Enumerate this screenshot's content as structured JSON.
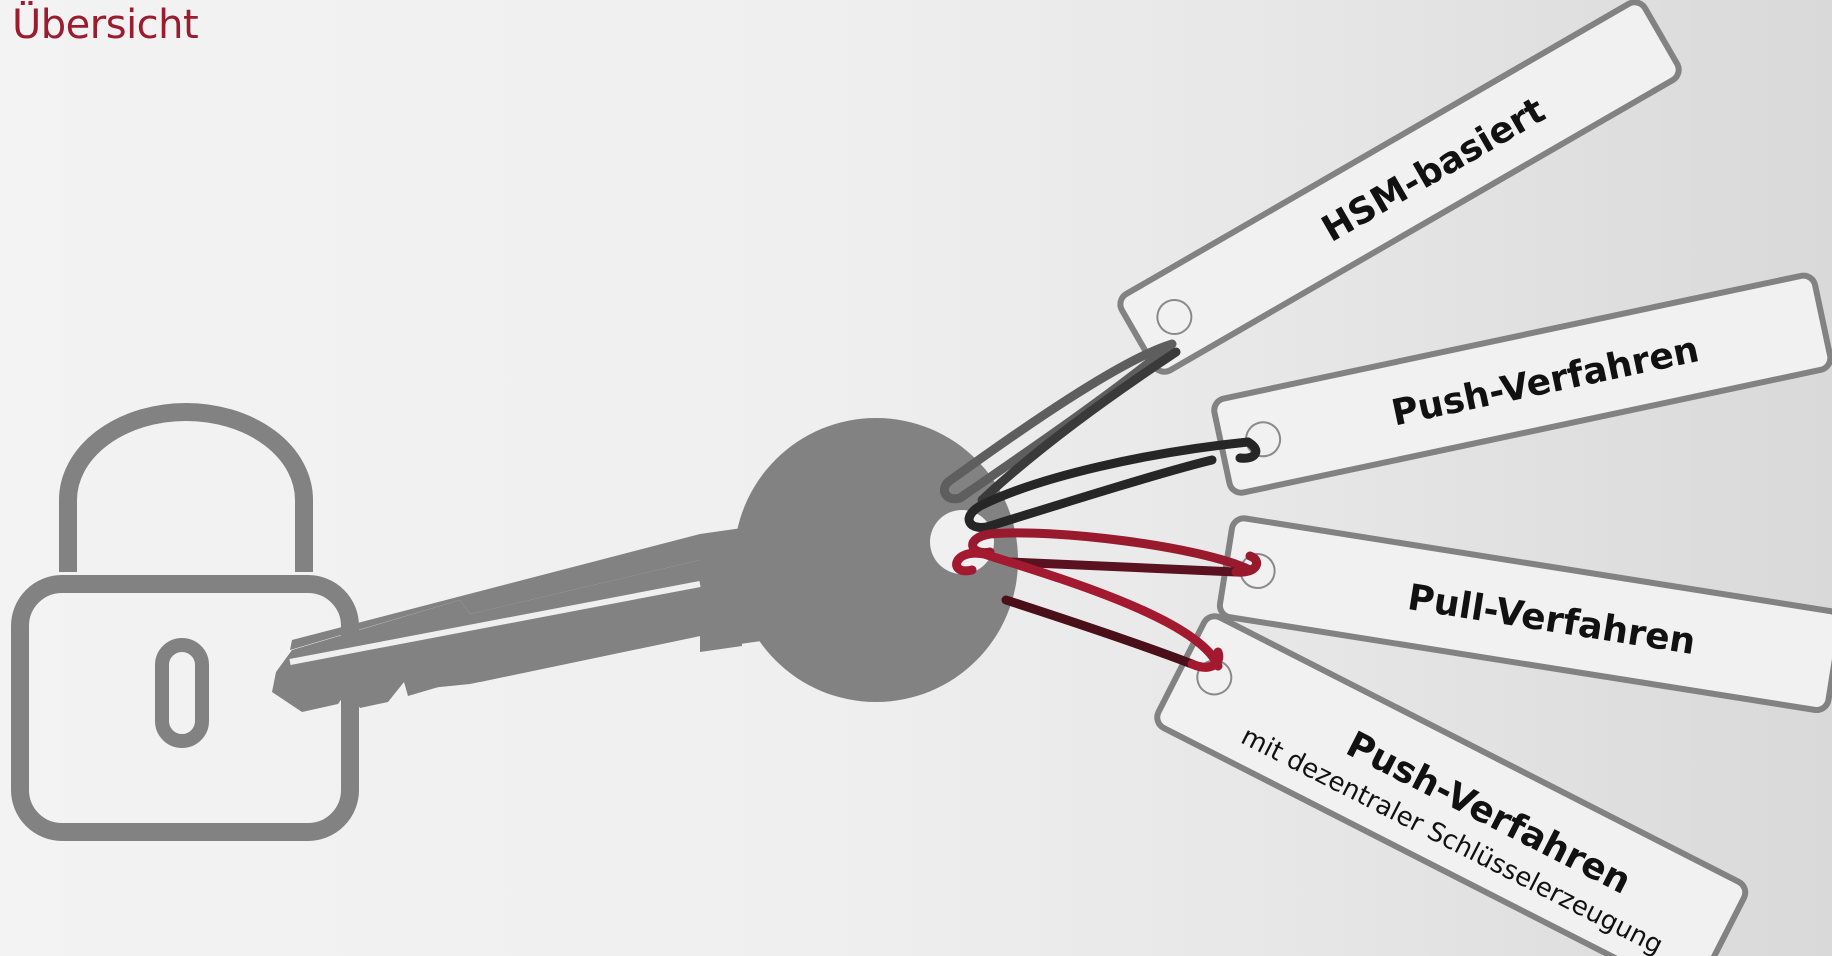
{
  "header": {
    "title": "Übersicht"
  },
  "tags": [
    {
      "label": "HSM-basiert"
    },
    {
      "label": "Push-Verfahren"
    },
    {
      "label": "Pull-Verfahren"
    },
    {
      "label": "Push-Verfahren",
      "sublabel": "mit dezentraler Schlüsselerzeugung"
    }
  ],
  "icons": {
    "lock": "padlock-icon",
    "key": "key-icon"
  },
  "colors": {
    "title": "#9b1c2e",
    "shape_gray": "#828282",
    "ring_gray": "#5a5a5a",
    "ring_dark": "#262626",
    "ring_red": "#a3192f",
    "ring_darkred": "#4a0f18"
  }
}
